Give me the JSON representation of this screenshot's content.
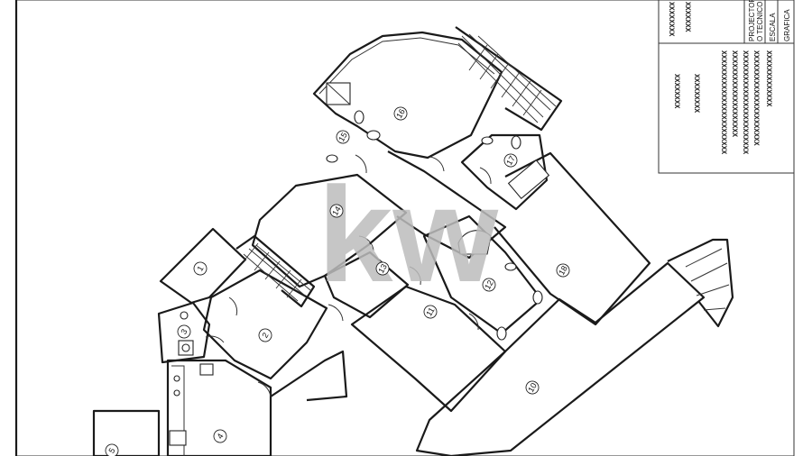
{
  "watermark": {
    "text": "kw"
  },
  "rooms": [
    {
      "id": "r1",
      "label": "1"
    },
    {
      "id": "r2",
      "label": "2"
    },
    {
      "id": "r3",
      "label": "3"
    },
    {
      "id": "r4",
      "label": "4"
    },
    {
      "id": "r5",
      "label": "5"
    },
    {
      "id": "r10",
      "label": "10"
    },
    {
      "id": "r11",
      "label": "11"
    },
    {
      "id": "r12",
      "label": "12"
    },
    {
      "id": "r13",
      "label": "13"
    },
    {
      "id": "r14",
      "label": "14"
    },
    {
      "id": "r15",
      "label": "15"
    },
    {
      "id": "r16",
      "label": "16"
    },
    {
      "id": "r17",
      "label": "17"
    },
    {
      "id": "r18",
      "label": "18"
    }
  ],
  "title_block": {
    "projector_label": "PROJECTOR",
    "technician_label": "O TECNICO",
    "scale_label": "ESCALA",
    "graphic_label": "GRAFICA",
    "redacted_lines": [
      "XXXXXXXX",
      "XXXXXXX",
      "XXXXXXXX",
      "XXXXXXXXX",
      "XXXXXXXXXXXXXXXXXXXXXXXX",
      "XXXXXXXXXXXXXXXXXXXX",
      "XXXXXXXXXXXXXXXXXXXXXXXX",
      "XXXXXXXXXXXXXXXXXXXXXX",
      "XXXXXXXXXXXXX"
    ]
  }
}
